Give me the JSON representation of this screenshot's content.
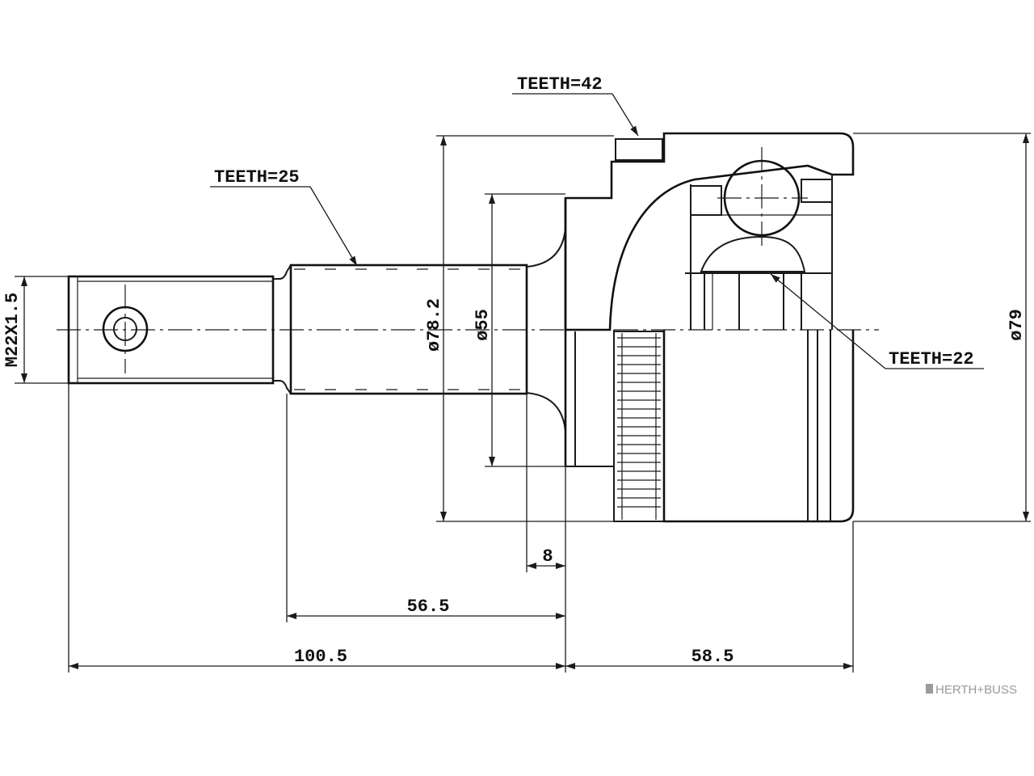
{
  "labels": {
    "teeth_42": "TEETH=42",
    "teeth_25": "TEETH=25",
    "teeth_22": "TEETH=22"
  },
  "dimensions": {
    "thread": "M22X1.5",
    "dia_78_2": "ø78.2",
    "dia_55": "ø55",
    "dia_79": "ø79",
    "len_8": "8",
    "len_56_5": "56.5",
    "len_100_5": "100.5",
    "len_58_5": "58.5"
  },
  "watermark": {
    "brand": "HERTH+BUSS"
  },
  "colors": {
    "line": "#1a1a1a",
    "watermark": "#9a9a9a",
    "background": "#ffffff"
  }
}
